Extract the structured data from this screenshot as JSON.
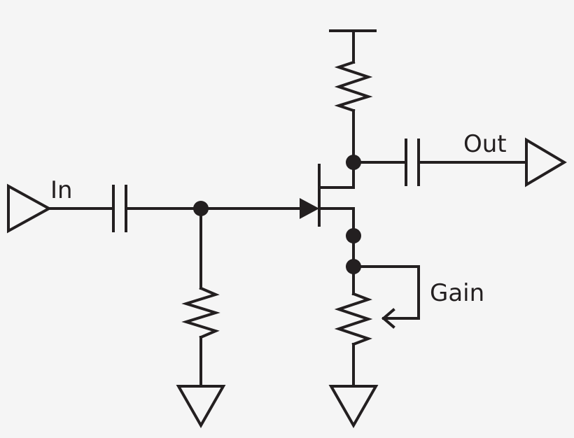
{
  "labels": {
    "input": "In",
    "output": "Out",
    "gain": "Gain"
  }
}
